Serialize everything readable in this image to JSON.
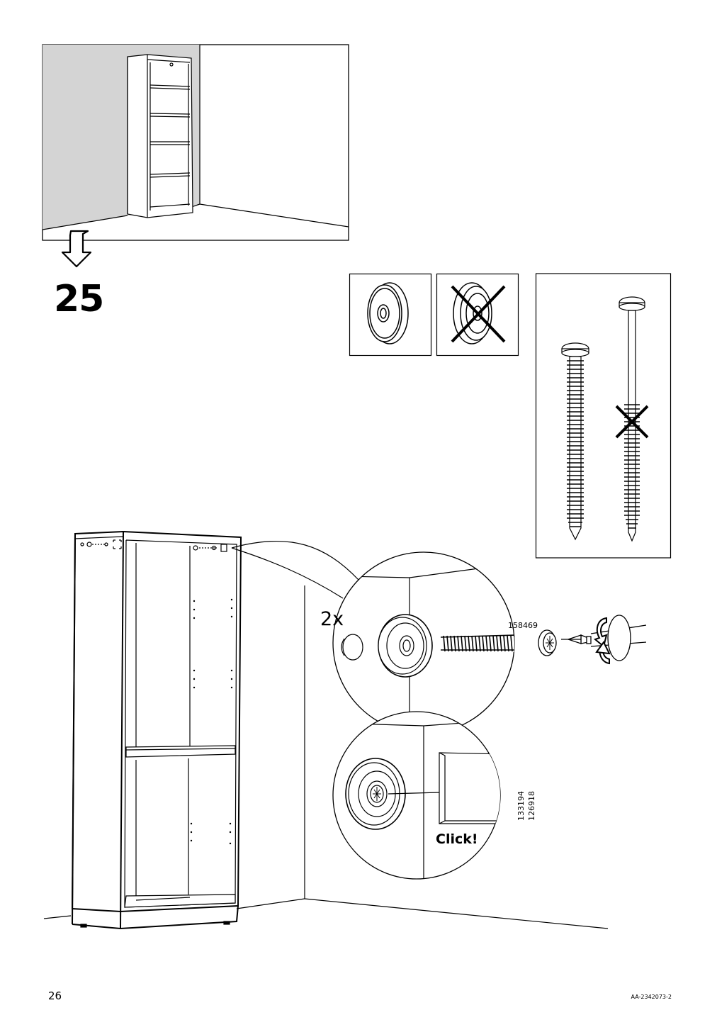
{
  "step": {
    "number": "25"
  },
  "callout": {
    "quantity": "2x",
    "screw_part_number": "158469",
    "cap_part_numbers": [
      "133194",
      "126918"
    ],
    "click_label": "Click!"
  },
  "footer": {
    "page_number": "26",
    "document_id": "AA-2342073-2"
  },
  "icons": {
    "down_arrow": "hollow-down-arrow-icon",
    "rotate_arrow": "clockwise-rotate-icon",
    "wrong_mark": "cross-mark-icon"
  }
}
